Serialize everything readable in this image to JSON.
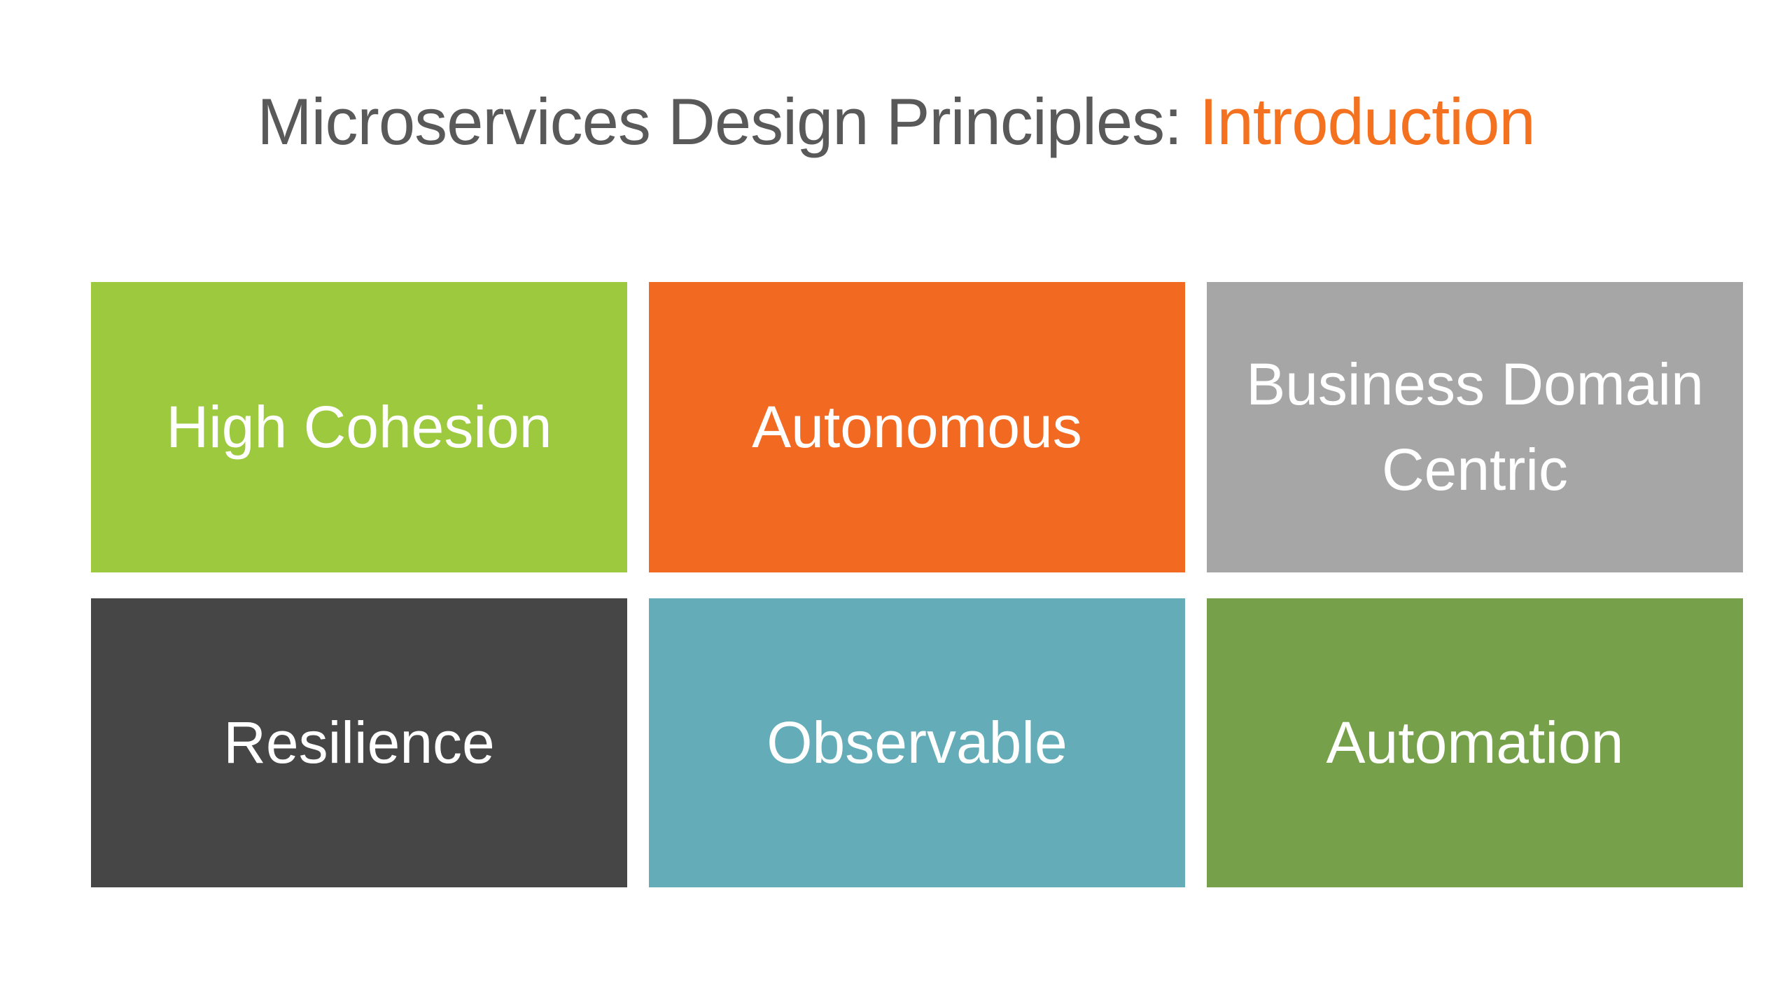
{
  "slide": {
    "title": {
      "prefix": "Microservices Design Principles: ",
      "highlight": "Introduction"
    },
    "boxes": [
      {
        "label": "High Cohesion",
        "color": "#9CC93E"
      },
      {
        "label": "Autonomous",
        "color": "#F26A22"
      },
      {
        "label": "Business Domain Centric",
        "color": "#A6A6A6"
      },
      {
        "label": "Resilience",
        "color": "#464646"
      },
      {
        "label": "Observable",
        "color": "#63ACB8"
      },
      {
        "label": "Automation",
        "color": "#76A14A"
      }
    ],
    "colors": {
      "background": "#FFFFFF",
      "title_text": "#595959",
      "title_highlight": "#F4711F",
      "box_text": "#FFFFFF"
    }
  }
}
